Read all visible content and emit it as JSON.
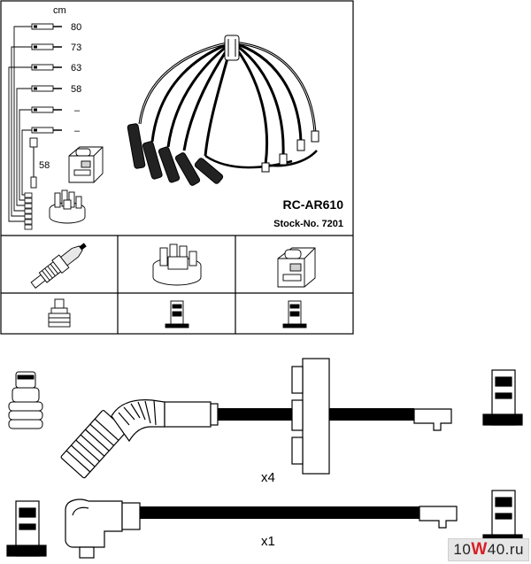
{
  "header": {
    "unit_label": "cm",
    "model": "RC-AR610",
    "stock": "Stock-No. 7201"
  },
  "lengths": [
    "80",
    "73",
    "63",
    "58",
    "–",
    "–"
  ],
  "coil_lead_length": "58",
  "assemblies": [
    {
      "multiplier": "x4"
    },
    {
      "multiplier": "x1"
    }
  ],
  "watermark": {
    "part1": "10",
    "accent": "W",
    "part2": "40.ru"
  }
}
